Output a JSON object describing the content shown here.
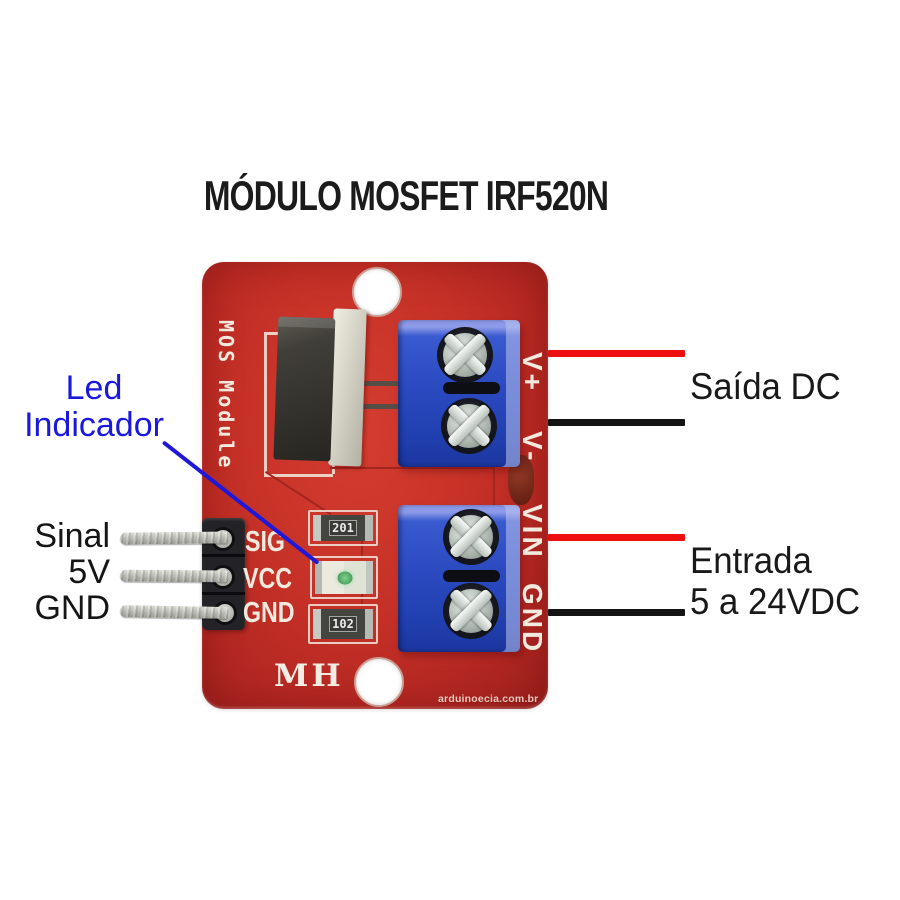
{
  "title": "MÓDULO MOSFET IRF520N",
  "annotations": {
    "led": {
      "line1": "Led",
      "line2": "Indicador"
    },
    "pins": [
      "Sinal",
      "5V",
      "GND"
    ],
    "output": {
      "label": "Saída DC"
    },
    "input": {
      "line1": "Entrada",
      "line2": "5 a 24VDC"
    }
  },
  "board": {
    "side_text": "MOS Module",
    "pin_silk": [
      "SIG",
      "VCC",
      "GND"
    ],
    "top_terminal_labels": [
      "V+",
      "V-"
    ],
    "bottom_terminal_labels": [
      "VIN",
      "GND"
    ],
    "resistor_codes": [
      "201",
      "102"
    ],
    "brand": "MH",
    "watermark": "arduinoecia.com.br"
  },
  "colors": {
    "pcb_red": "#c63127",
    "terminal_blue": "#2b4ac0",
    "wire_red": "#ee1010",
    "wire_black": "#141414",
    "annotation_blue": "#1b18dd",
    "silkscreen_white": "#f2e9df"
  }
}
